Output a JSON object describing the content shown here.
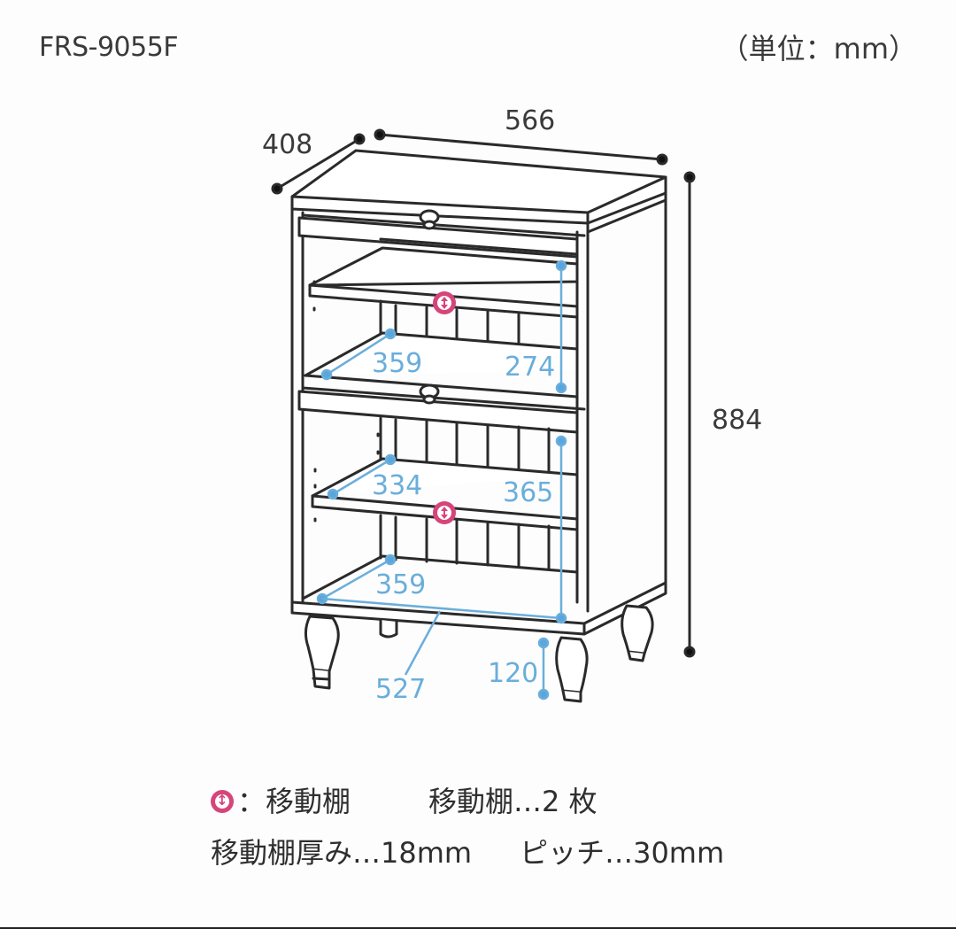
{
  "header": {
    "model": "FRS-9055F",
    "unit": "（単位：mm）"
  },
  "dimensions": {
    "depth": "408",
    "width": "566",
    "height": "884",
    "upper_shelf_depth": "359",
    "upper_space_height": "274",
    "middle_shelf_depth": "334",
    "middle_space_height": "365",
    "bottom_depth": "359",
    "inner_width": "527",
    "leg_height": "120"
  },
  "legend": {
    "icon_label": "：移動棚",
    "shelf_count": "移動棚…2 枚",
    "shelf_thickness": "移動棚厚み…18mm",
    "pitch": "ピッチ…30mm"
  },
  "colors": {
    "outline": "#2a2a2a",
    "dimension_blue": "#6aaedb",
    "movable_shelf_marker": "#d6457a"
  }
}
